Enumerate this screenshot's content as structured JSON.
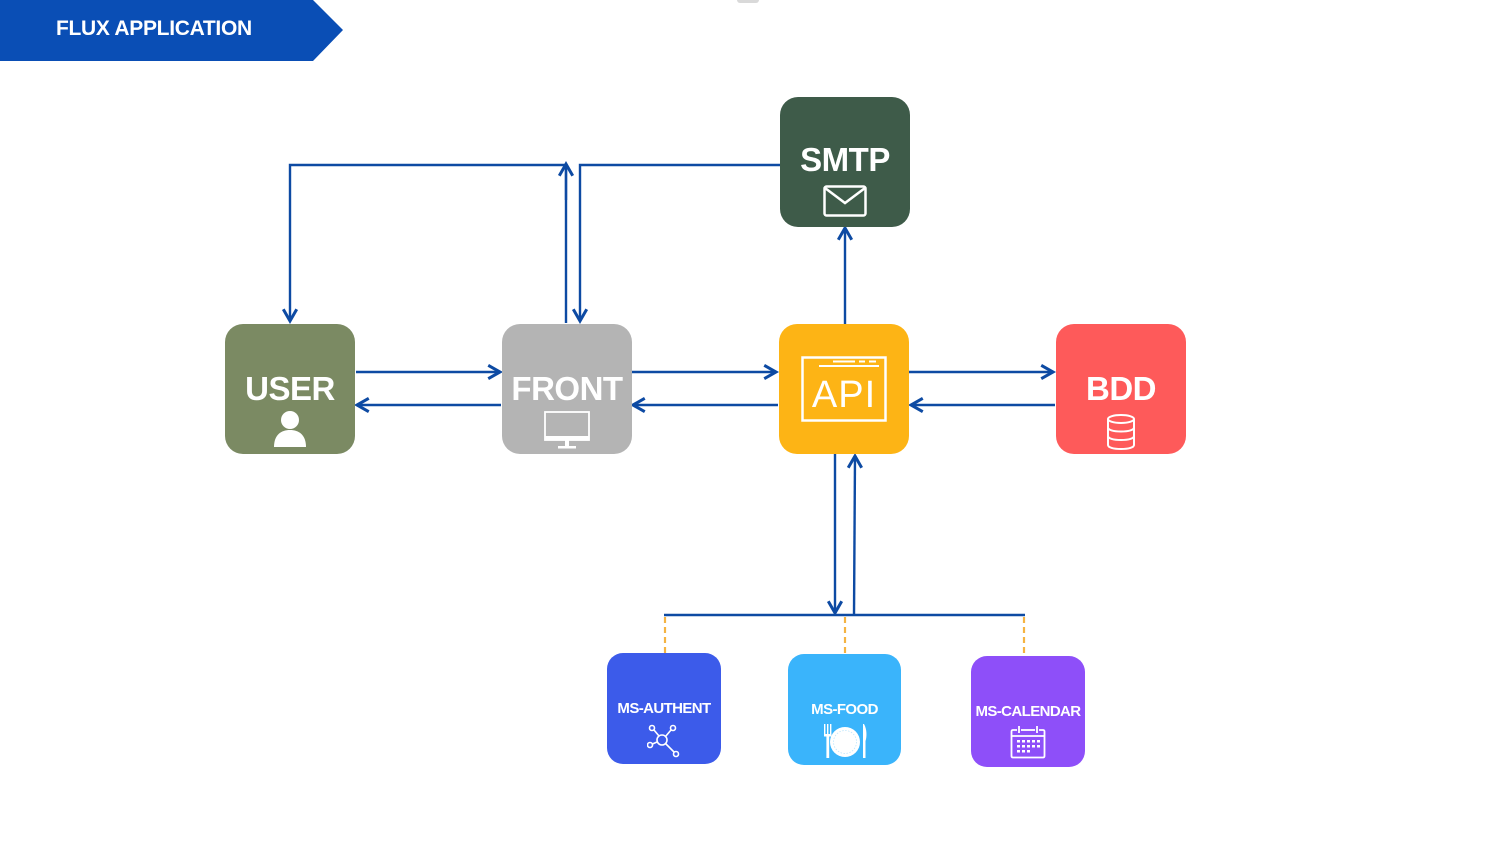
{
  "page": {
    "title": "FLUX APPLICATION",
    "banner_color": "#0a4eb5"
  },
  "diagram": {
    "type": "architecture-flow",
    "link_color": "#0d4aa3",
    "dashed_link_color": "#f5b342",
    "nodes": [
      {
        "id": "user",
        "label": "USER",
        "icon": "user-icon",
        "color": "#7b8a63"
      },
      {
        "id": "front",
        "label": "FRONT",
        "icon": "monitor-icon",
        "color": "#b4b4b4"
      },
      {
        "id": "api",
        "label": "API",
        "icon": "api-window-icon",
        "color": "#fdb415"
      },
      {
        "id": "bdd",
        "label": "BDD",
        "icon": "database-icon",
        "color": "#fe5a5a"
      },
      {
        "id": "smtp",
        "label": "SMTP",
        "icon": "envelope-icon",
        "color": "#3e5b49"
      },
      {
        "id": "ms-authent",
        "label": "MS-AUTHENT",
        "icon": "network-icon",
        "color": "#3c5bea"
      },
      {
        "id": "ms-food",
        "label": "MS-FOOD",
        "icon": "plate-cutlery-icon",
        "color": "#3ab4fb"
      },
      {
        "id": "ms-calendar",
        "label": "MS-CALENDAR",
        "icon": "calendar-icon",
        "color": "#8e4ff9"
      }
    ],
    "edges": [
      {
        "from": "user",
        "to": "front",
        "style": "solid"
      },
      {
        "from": "front",
        "to": "user",
        "style": "solid"
      },
      {
        "from": "front",
        "to": "user",
        "style": "solid",
        "route": "over-top"
      },
      {
        "from": "smtp",
        "to": "front",
        "style": "solid",
        "route": "over-top"
      },
      {
        "from": "front",
        "to": "api",
        "style": "solid"
      },
      {
        "from": "api",
        "to": "front",
        "style": "solid"
      },
      {
        "from": "api",
        "to": "smtp",
        "style": "solid"
      },
      {
        "from": "api",
        "to": "bdd",
        "style": "solid"
      },
      {
        "from": "bdd",
        "to": "api",
        "style": "solid"
      },
      {
        "from": "api",
        "to": "microservices-bus",
        "style": "solid"
      },
      {
        "from": "microservices-bus",
        "to": "api",
        "style": "solid"
      },
      {
        "from": "microservices-bus",
        "to": "ms-authent",
        "style": "dashed"
      },
      {
        "from": "microservices-bus",
        "to": "ms-food",
        "style": "dashed"
      },
      {
        "from": "microservices-bus",
        "to": "ms-calendar",
        "style": "dashed"
      }
    ]
  }
}
